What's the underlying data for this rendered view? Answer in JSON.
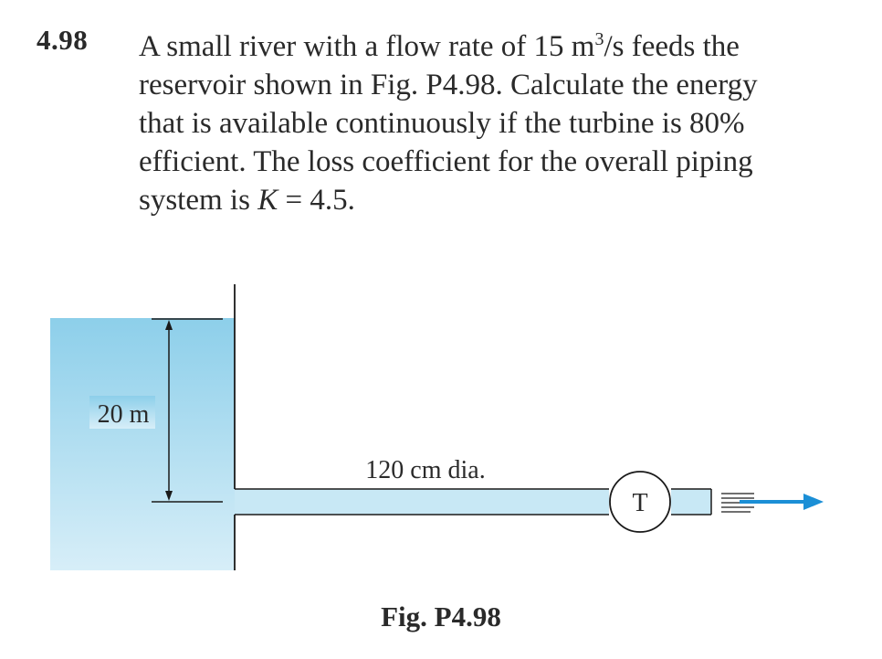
{
  "problem": {
    "number": "4.98",
    "lines": [
      "A small river with a flow rate of 15 m",
      "reservoir shown in Fig. P4.98. Calculate the energy",
      "that is available continuously if the turbine is 80%",
      "efficient. The loss coefficient for the overall piping",
      "system is "
    ],
    "line1_superscript": "3",
    "line1_tail": "/s feeds the",
    "line5_variable": "K",
    "line5_tail": " = 4.5."
  },
  "figure": {
    "depth_label": "20 m",
    "pipe_label": "120 cm dia.",
    "turbine_label": "T",
    "caption": "Fig. P4.98"
  },
  "colors": {
    "water": "#a9dbef",
    "water_top": "#8dcfea",
    "pipe_fill": "#c8e8f5",
    "arrow": "#1b8fd6",
    "line": "#1a1a1a"
  }
}
